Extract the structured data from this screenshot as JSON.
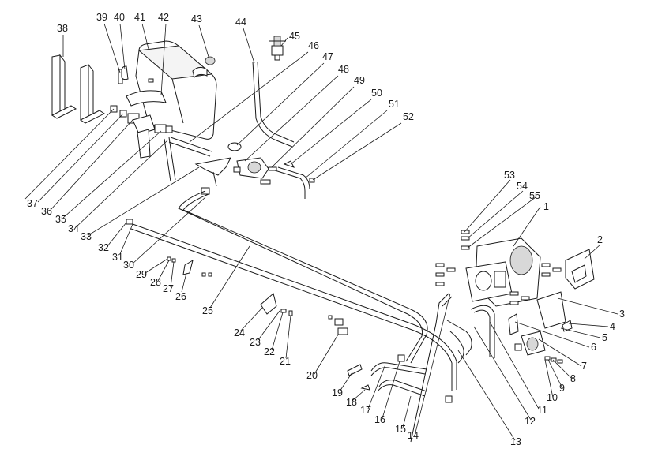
{
  "diagram": {
    "type": "exploded-parts-diagram",
    "labels": [
      "1",
      "2",
      "3",
      "4",
      "5",
      "6",
      "7",
      "8",
      "9",
      "10",
      "11",
      "12",
      "13",
      "14",
      "15",
      "16",
      "17",
      "18",
      "19",
      "20",
      "21",
      "22",
      "23",
      "24",
      "25",
      "26",
      "27",
      "28",
      "29",
      "30",
      "31",
      "32",
      "33",
      "34",
      "35",
      "36",
      "37",
      "38",
      "39",
      "40",
      "41",
      "42",
      "43",
      "44",
      "45",
      "46",
      "47",
      "48",
      "49",
      "50",
      "51",
      "52",
      "53",
      "54",
      "55"
    ]
  }
}
